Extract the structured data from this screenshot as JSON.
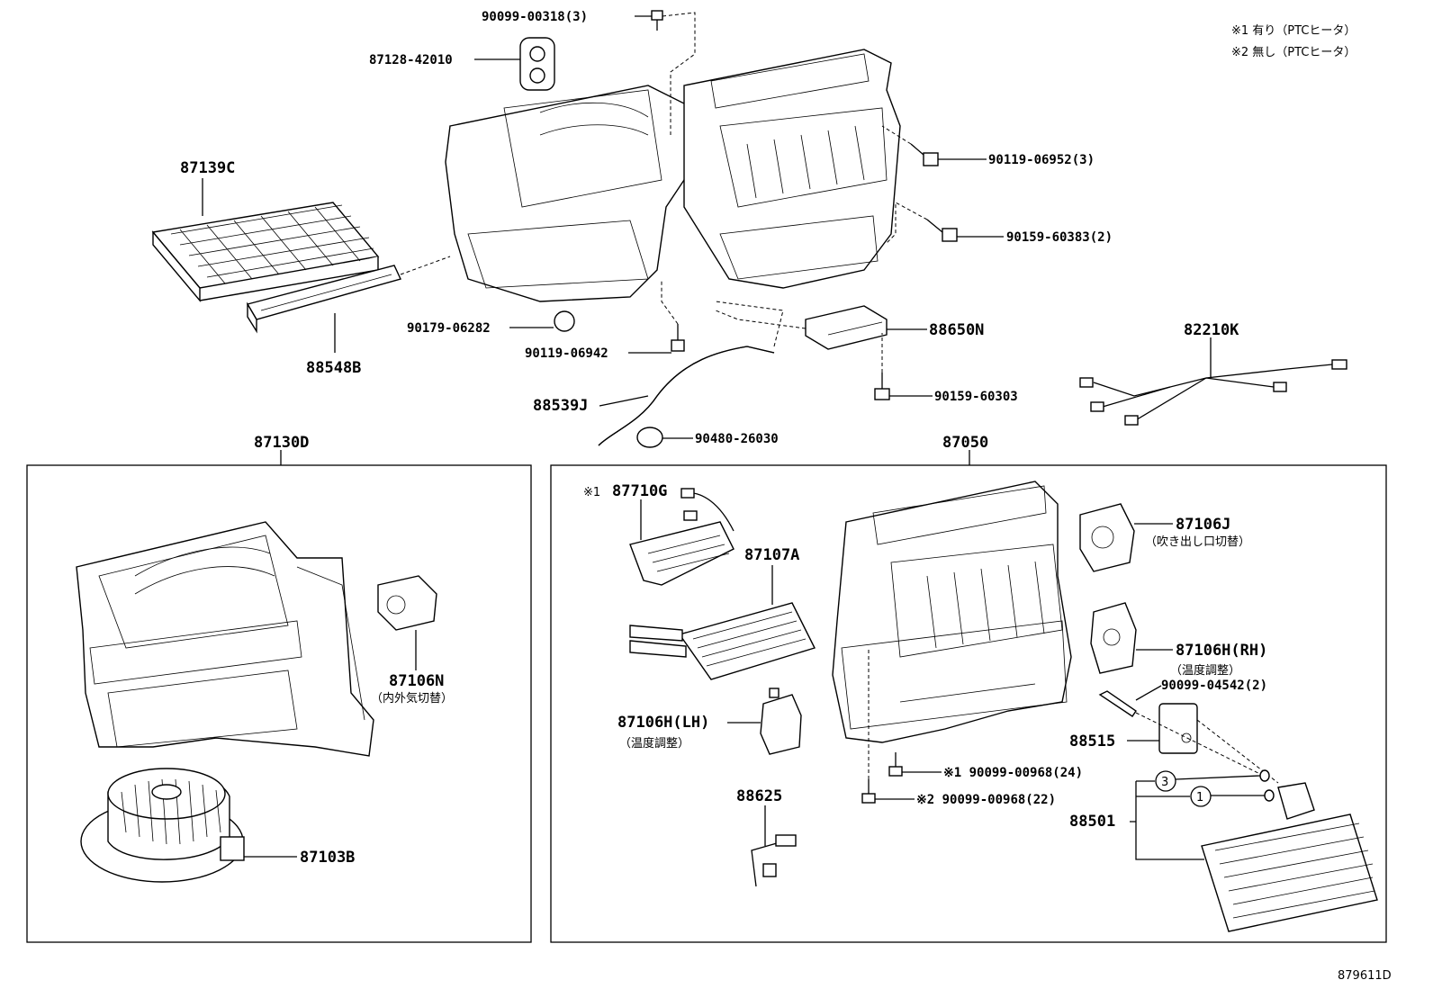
{
  "notes": {
    "note1": "※1 有り（PTCヒータ）",
    "note2": "※2 無し（PTCヒータ）"
  },
  "top_labels": {
    "p90099_00318": "90099-00318(3)",
    "p87128_42010": "87128-42010",
    "p87139C": "87139C",
    "p88548B": "88548B",
    "p90179_06282": "90179-06282",
    "p90119_06942": "90119-06942",
    "p90119_06952": "90119-06952(3)",
    "p90159_60383": "90159-60383(2)",
    "p88650N": "88650N",
    "p90159_60303": "90159-60303",
    "p82210K": "82210K",
    "p88539J": "88539J",
    "p90480_26030": "90480-26030"
  },
  "left_box": {
    "title": "87130D",
    "p87106N": "87106N",
    "p87106N_desc": "（内外気切替）",
    "p87103B": "87103B"
  },
  "right_box": {
    "title": "87050",
    "p87710G_mark": "※1",
    "p87710G": "87710G",
    "p87107A": "87107A",
    "p87106H_LH": "87106H(LH)",
    "p87106H_LH_desc": "（温度調整）",
    "p88625": "88625",
    "p87106J": "87106J",
    "p87106J_desc": "（吹き出し口切替）",
    "p87106H_RH": "87106H(RH)",
    "p87106H_RH_desc": "（温度調整）",
    "p90099_04542": "90099-04542(2)",
    "p88515": "88515",
    "p90099_00968_1": "※1 90099-00968(24)",
    "p90099_00968_2": "※2 90099-00968(22)",
    "p88501": "88501",
    "circle3": "3",
    "circle1": "1"
  },
  "footer": {
    "figure_id": "879611D"
  }
}
